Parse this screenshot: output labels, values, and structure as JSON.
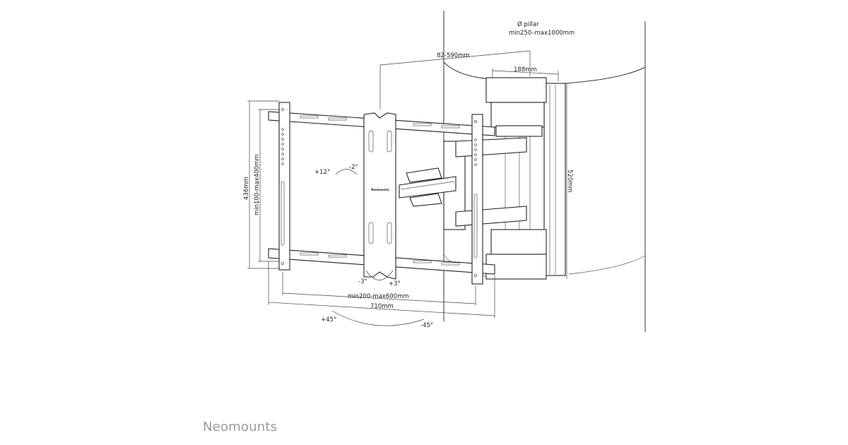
{
  "brand": "Neomounts",
  "plate_logo": "Neomounts",
  "colors": {
    "line": "#333333",
    "brand": "#9a9a9a"
  },
  "dimensions": {
    "pillar_title": "Ø pillar",
    "pillar_range": "min250–max1000mm",
    "extension": "82-590mm",
    "wall_plate_width": "188mm",
    "wall_plate_height": "520mm",
    "bracket_height": "436mm",
    "vesa_vertical": "min100-max400mm",
    "vesa_horizontal": "min200-max600mm",
    "bracket_width": "710mm"
  },
  "angles": {
    "tilt_up": "+12°",
    "tilt_down": "-2°",
    "level_minus": "-3°",
    "level_plus": "+3°",
    "swivel_plus": "+45°",
    "swivel_minus": "-45°"
  }
}
